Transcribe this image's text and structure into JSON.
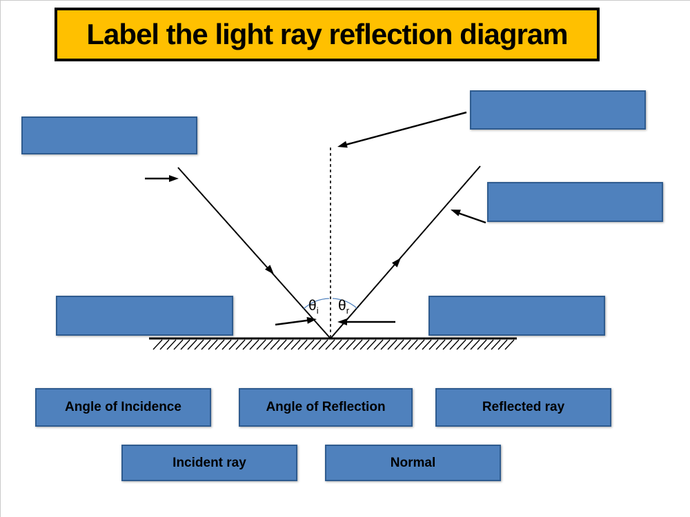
{
  "title": "Label the light ray reflection diagram",
  "diagram": {
    "theta_i_symbol": "θ",
    "theta_i_sub": "i",
    "theta_r_symbol": "θ",
    "theta_r_sub": "r"
  },
  "answer_bank": {
    "labels": [
      {
        "text": "Angle of Incidence"
      },
      {
        "text": "Angle of Reflection"
      },
      {
        "text": "Reflected ray"
      },
      {
        "text": "Incident ray"
      },
      {
        "text": "Normal"
      }
    ]
  },
  "colors": {
    "slot_fill": "#4f81bd",
    "slot_border": "#2e5b8f",
    "title_fill": "#ffc000",
    "title_border": "#000000",
    "angle_arc": "#4f81bd",
    "ray_color": "#000000"
  }
}
